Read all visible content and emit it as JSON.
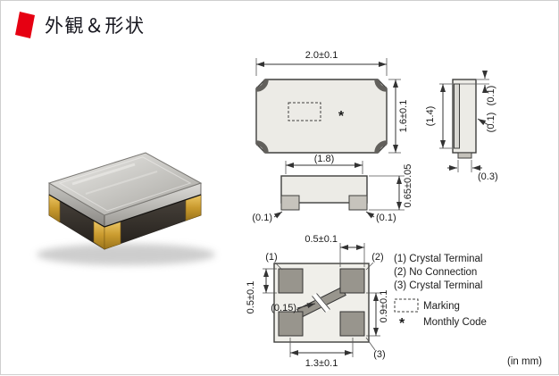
{
  "header": {
    "title": "外観＆形状"
  },
  "colors": {
    "accent_red": "#e60012"
  },
  "views": {
    "top": {
      "dim_width": "2.0±0.1",
      "dim_height": "1.6±0.1",
      "marking_symbol": "*"
    },
    "side": {
      "dim_gap_top": "(0.1)",
      "dim_gap_second": "(0.1)",
      "dim_lid_width": "(1.4)",
      "dim_terminal_width": "(0.3)"
    },
    "front": {
      "dim_lid_width": "(1.8)",
      "dim_height": "0.65±0.05",
      "dim_pad_left": "(0.1)",
      "dim_pad_right": "(0.1)"
    },
    "bottom": {
      "dim_pad_width": "0.5±0.1",
      "dim_pad_height": "0.5±0.1",
      "dim_gap": "(0.15)",
      "dim_pitch_v": "0.9±0.1",
      "dim_pitch_h": "1.3±0.1",
      "pad1": "(1)",
      "pad2": "(2)",
      "pad3": "(3)"
    }
  },
  "legend": {
    "items": [
      "(1) Crystal Terminal",
      "(2) No Connection",
      "(3) Crystal Terminal"
    ],
    "marking_label": "Marking",
    "monthly_symbol": "*",
    "monthly_label": "Monthly Code",
    "units": "(in mm)"
  }
}
